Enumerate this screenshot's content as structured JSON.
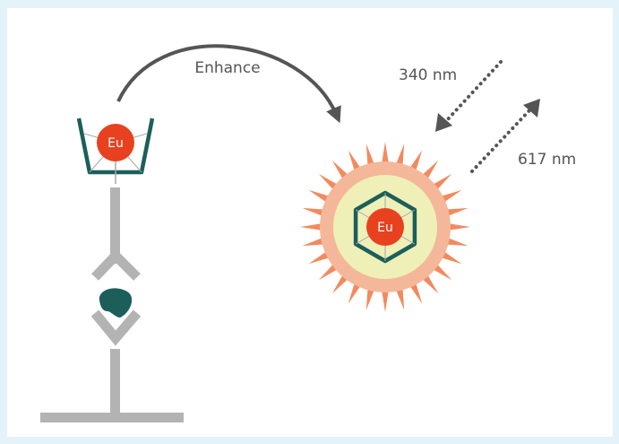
{
  "labels": {
    "enhance": "Enhance",
    "excitation": "340 nm",
    "emission": "617 nm",
    "europium_left": "Eu",
    "europium_right": "Eu"
  },
  "colors": {
    "background": "#e4f3fa",
    "antibody": "#b3b3b3",
    "cage": "#1c5f5a",
    "europium": "#e8411f",
    "glow_rays": "#f28a5e",
    "glow_ring": "#f5b79a",
    "glow_core": "#eef0b8",
    "antigen": "#1c5f5a",
    "arrows": "#555555"
  },
  "icons": {
    "antigen": "antigen-blob-icon",
    "arrow": "curved-arrow-icon"
  }
}
